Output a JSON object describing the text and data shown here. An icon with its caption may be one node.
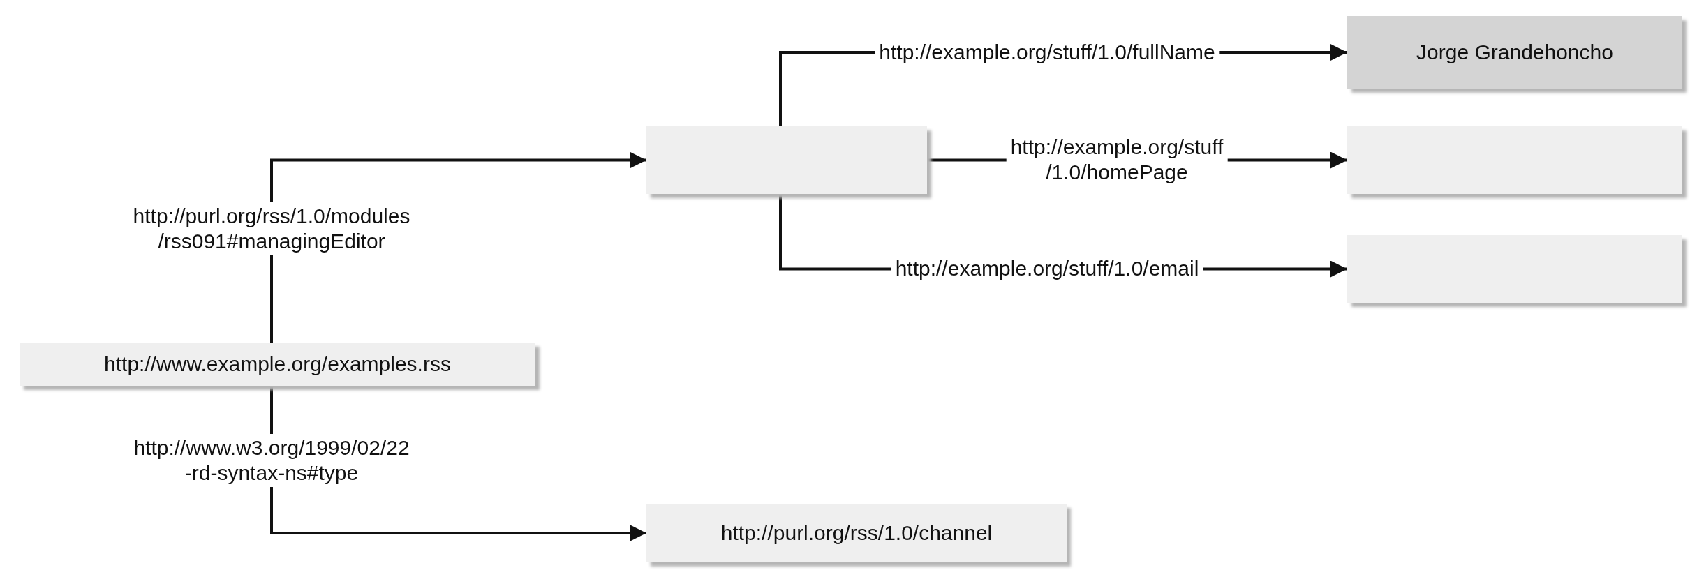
{
  "diagram": {
    "nodes": [
      {
        "text": [
          "http://www.example.org/examples.rss"
        ]
      },
      {
        "text": [],
        "shape": "box"
      },
      {
        "text": [
          "Jorge Grandehoncho"
        ]
      },
      {
        "text": [],
        "shape": "box"
      },
      {
        "text": [],
        "shape": "box"
      },
      {
        "text": [
          "http://purl.org/rss/1.0/channel"
        ]
      }
    ],
    "edges": [
      {
        "from": 0,
        "to": 1,
        "arrow": "to",
        "label": "http://purl.org/rss/1.0/modules /rss091#managingEditor"
      },
      {
        "from": 0,
        "to": 5,
        "arrow": "to",
        "label": "http://www.w3.org/1999/02/22 -rd-syntax-ns#type"
      },
      {
        "from": 1,
        "to": 2,
        "arrow": "to",
        "label": "http://example.org/stuff/1.0/fullName"
      },
      {
        "from": 1,
        "to": 3,
        "arrow": "to",
        "label": "http://example.org/stuff /1.0/homePage"
      },
      {
        "from": 1,
        "to": 4,
        "arrow": "to",
        "label": "http://example.org/stuff/1.0/email"
      }
    ]
  }
}
